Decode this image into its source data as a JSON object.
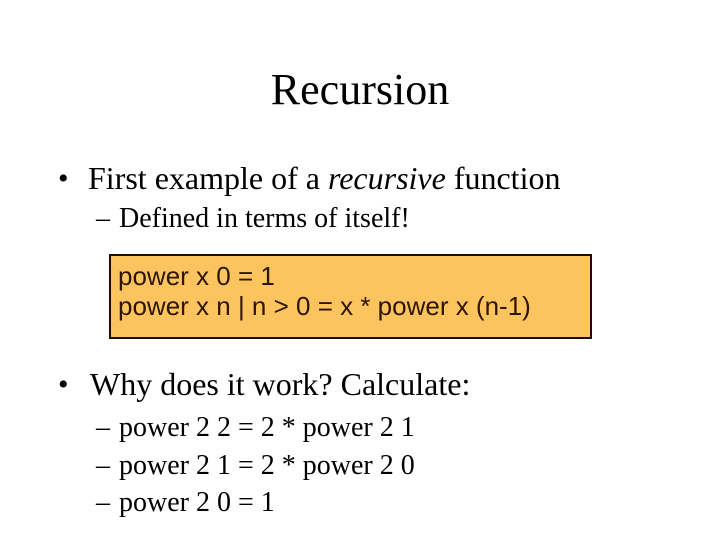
{
  "slide": {
    "title": "Recursion",
    "background_color": "#FFFFFF",
    "text_color": "#000000",
    "bullet1": {
      "marker": "•",
      "text_before": "First example of a ",
      "text_italic": "recursive",
      "text_after": " function",
      "sub_marker": "–",
      "sub_text": "Defined in terms of itself!"
    },
    "code_box": {
      "line1": "power x 0 = 1",
      "line2": "power x n | n > 0 = x * power x (n-1)",
      "bg_color": "#FCC45F",
      "border_color": "#1D0E00",
      "text_color": "#2E1500"
    },
    "bullet2": {
      "marker": "•",
      "text": "Why does it work? Calculate:",
      "sub_marker": "–",
      "sub1": "power 2 2 = 2 * power 2 1",
      "sub2": "power 2 1 = 2 * power 2 0",
      "sub3": "power 2 0 = 1"
    }
  }
}
